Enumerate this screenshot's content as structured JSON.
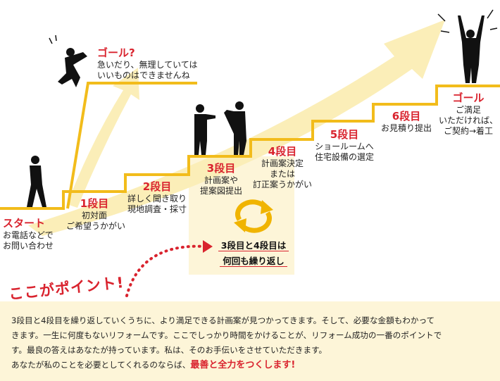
{
  "colors": {
    "accent_red": "#d9232e",
    "stair_yellow": "#f2bc1b",
    "panel_cream": "#fdf5d8",
    "arrow_cream": "#fbeeb8",
    "loop_orange": "#f0b400"
  },
  "start": {
    "title": "スタート",
    "lines": [
      "お電話などで",
      "お問い合わせ"
    ]
  },
  "false_goal": {
    "title": "ゴール?",
    "lines": [
      "急いだり、無理していては",
      "いいものはできませんね"
    ]
  },
  "steps": [
    {
      "title": "1段目",
      "lines": [
        "初対面",
        "ご希望うかがい"
      ]
    },
    {
      "title": "2段目",
      "lines": [
        "詳しく聞き取り",
        "現地調査・採寸"
      ]
    },
    {
      "title": "3段目",
      "lines": [
        "計画案や",
        "提案図提出"
      ]
    },
    {
      "title": "4段目",
      "lines": [
        "計画案決定",
        "または",
        "訂正案うかがい"
      ]
    },
    {
      "title": "5段目",
      "lines": [
        "ショールームへ",
        "住宅設備の選定"
      ]
    },
    {
      "title": "6段目",
      "lines": [
        "お見積り提出"
      ]
    }
  ],
  "goal": {
    "title": "ゴール",
    "lines": [
      "ご満足",
      "いただければ、",
      "ご契約→着工"
    ]
  },
  "loop": {
    "line1": "3段目と4段目は",
    "line2": "何回も繰り返し"
  },
  "point": {
    "title": "ここがポイント!",
    "lines": [
      "3段目と4段目を繰り返していくうちに、より満足できる計画案が見つかってきます。そして、必要な金額もわかって",
      "きます。一生に何度もないリフォームです。ここでしっかり時間をかけることが、リフォーム成功の一番のポイントで",
      "す。最良の答えはあなたが持っています。私は、そのお手伝いをさせていただきます。"
    ],
    "last_line_prefix": "あなたが私のことを必要としてくれるのならば、",
    "last_line_highlight": "最善と全力をつくします!"
  }
}
